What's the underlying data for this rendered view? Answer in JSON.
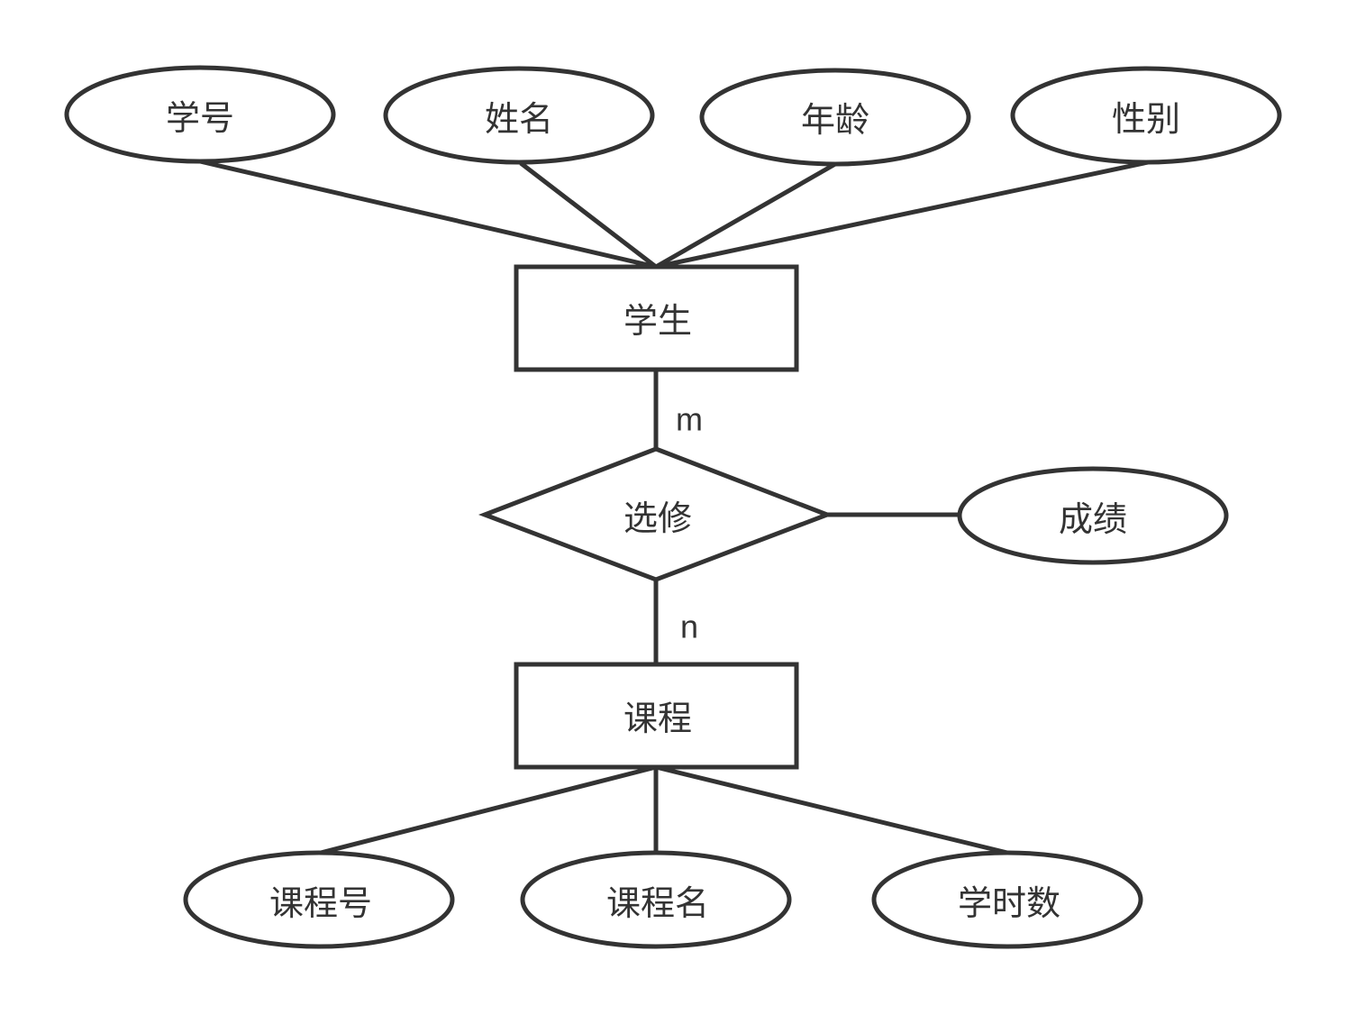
{
  "entities": {
    "student": "学生",
    "course": "课程"
  },
  "relationship": {
    "label": "选修",
    "attribute": "成绩"
  },
  "student_attributes": [
    "学号",
    "姓名",
    "年龄",
    "性别"
  ],
  "course_attributes": [
    "课程号",
    "课程名",
    "学时数"
  ],
  "cardinality": {
    "student_side": "m",
    "course_side": "n"
  },
  "colors": {
    "stroke": "#333333",
    "fill": "#ffffff",
    "text": "#333333"
  }
}
